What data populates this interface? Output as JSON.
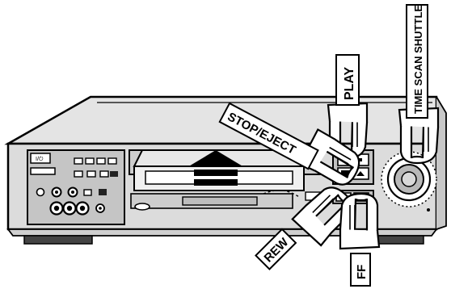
{
  "callouts": {
    "time_scan_shuttle": "TIME SCAN SHUTTLE",
    "play": "PLAY",
    "stop_eject": "STOP/EJECT",
    "rew": "REW",
    "ff": "FF"
  },
  "icons": {
    "eject_arrow": "eject-arrow-icon",
    "pointing_hand": "pointing-hand-icon"
  },
  "colors": {
    "body": "#e2e2e2",
    "panel": "#b9b9b9",
    "outline": "#000000"
  }
}
